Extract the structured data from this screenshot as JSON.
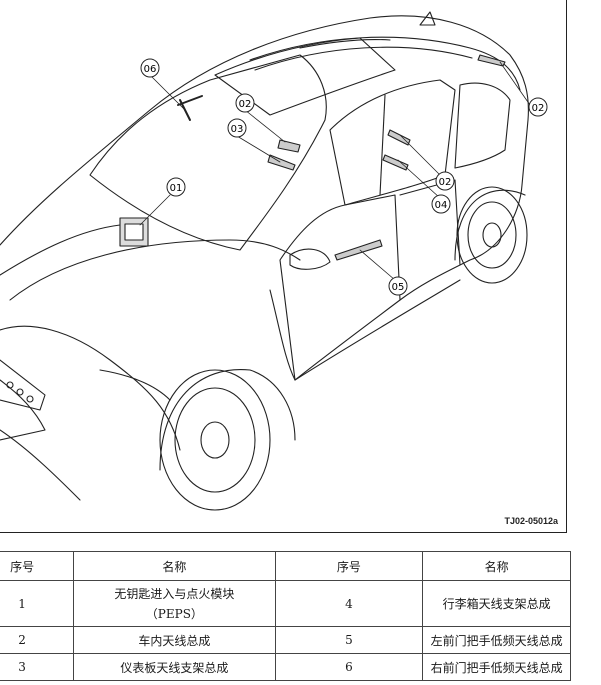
{
  "figure": {
    "code": "TJ02-05012a",
    "callouts": [
      "06",
      "02",
      "03",
      "01",
      "02",
      "02",
      "04",
      "05"
    ]
  },
  "table": {
    "headers": [
      "序号",
      "名称",
      "序号",
      "名称"
    ],
    "rows": [
      [
        "1",
        "无钥匙进入与点火模块\n（PEPS）",
        "4",
        "行李箱天线支架总成"
      ],
      [
        "2",
        "车内天线总成",
        "5",
        "左前门把手低频天线总成"
      ],
      [
        "3",
        "仪表板天线支架总成",
        "6",
        "右前门把手低频天线总成"
      ]
    ]
  }
}
